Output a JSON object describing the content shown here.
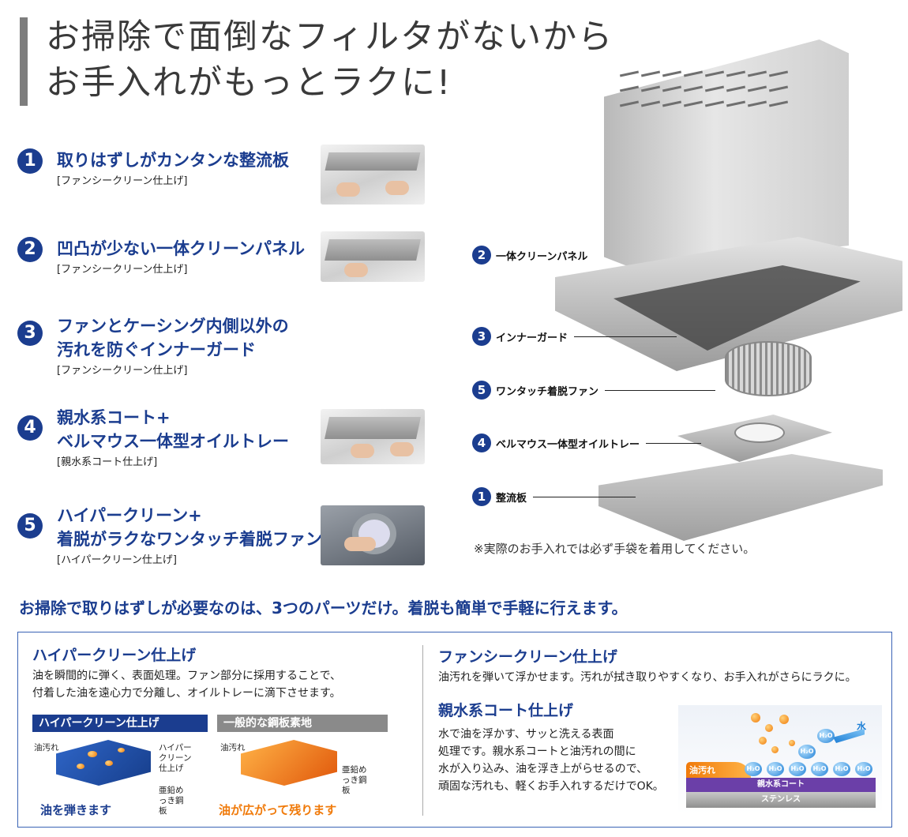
{
  "title": {
    "line1": "お掃除で面倒なフィルタがないから",
    "line2": "お手入れがもっとラクに!"
  },
  "features": [
    {
      "num": "1",
      "title_line1": "取りはずしがカンタンな整流板",
      "title_line2": "",
      "finish": "[ファンシークリーン仕上げ]"
    },
    {
      "num": "2",
      "title_line1": "凹凸が少ない一体クリーンパネル",
      "title_line2": "",
      "finish": "[ファンシークリーン仕上げ]"
    },
    {
      "num": "3",
      "title_line1": "ファンとケーシング内側以外の",
      "title_line2": "汚れを防ぐインナーガード",
      "finish": "[ファンシークリーン仕上げ]"
    },
    {
      "num": "4",
      "title_line1": "親水系コート+",
      "title_line2": "ベルマウス一体型オイルトレー",
      "finish": "[親水系コート仕上げ]"
    },
    {
      "num": "5",
      "title_line1": "ハイパークリーン+",
      "title_line2": "着脱がラクなワンタッチ着脱ファン",
      "finish": "[ハイパークリーン仕上げ]"
    }
  ],
  "callouts": [
    {
      "num": "2",
      "label": "一体クリーンパネル"
    },
    {
      "num": "3",
      "label": "インナーガード"
    },
    {
      "num": "5",
      "label": "ワンタッチ着脱ファン"
    },
    {
      "num": "4",
      "label": "ベルマウス一体型オイルトレー"
    },
    {
      "num": "1",
      "label": "整流板"
    }
  ],
  "note": "※実際のお手入れでは必ず手袋を着用してください。",
  "summary": "お掃除で取りはずしが必要なのは、3つのパーツだけ。着脱も簡単で手軽に行えます。",
  "hyper": {
    "heading": "ハイパークリーン仕上げ",
    "text_line1": "油を瞬間的に弾く、表面処理。ファン部分に採用することで、",
    "text_line2": "付着した油を遠心力で分離し、オイルトレーに滴下させます。",
    "left_header": "ハイパークリーン仕上げ",
    "left_label_oil": "油汚れ",
    "left_label_finish": "ハイパークリーン仕上げ",
    "left_label_steel": "亜鉛めっき鋼板",
    "left_caption": "油を弾きます",
    "right_header": "一般的な鋼板素地",
    "right_label_oil": "油汚れ",
    "right_label_steel": "亜鉛めっき鋼板",
    "right_caption": "油が広がって残ります"
  },
  "fancy": {
    "heading": "ファンシークリーン仕上げ",
    "text": "油汚れを弾いて浮かせます。汚れが拭き取りやすくなり、お手入れがさらにラクに。"
  },
  "hydro": {
    "heading": "親水系コート仕上げ",
    "text_line1": "水で油を浮かす、サッと洗える表面",
    "text_line2": "処理です。親水系コートと油汚れの間に",
    "text_line3": "水が入り込み、油を浮き上がらせるので、",
    "text_line4": "頑固な汚れも、軽くお手入れするだけでOK。",
    "diagram_water": "水",
    "diagram_oil": "油汚れ",
    "diagram_coat": "親水系コート",
    "diagram_base": "ステンレス",
    "diagram_h2o": "H₂O"
  },
  "colors": {
    "accent": "#1b3d8f",
    "orange": "#f07a0a",
    "coat_purple": "#6b3fa8",
    "gray_header": "#8a8a8a"
  }
}
